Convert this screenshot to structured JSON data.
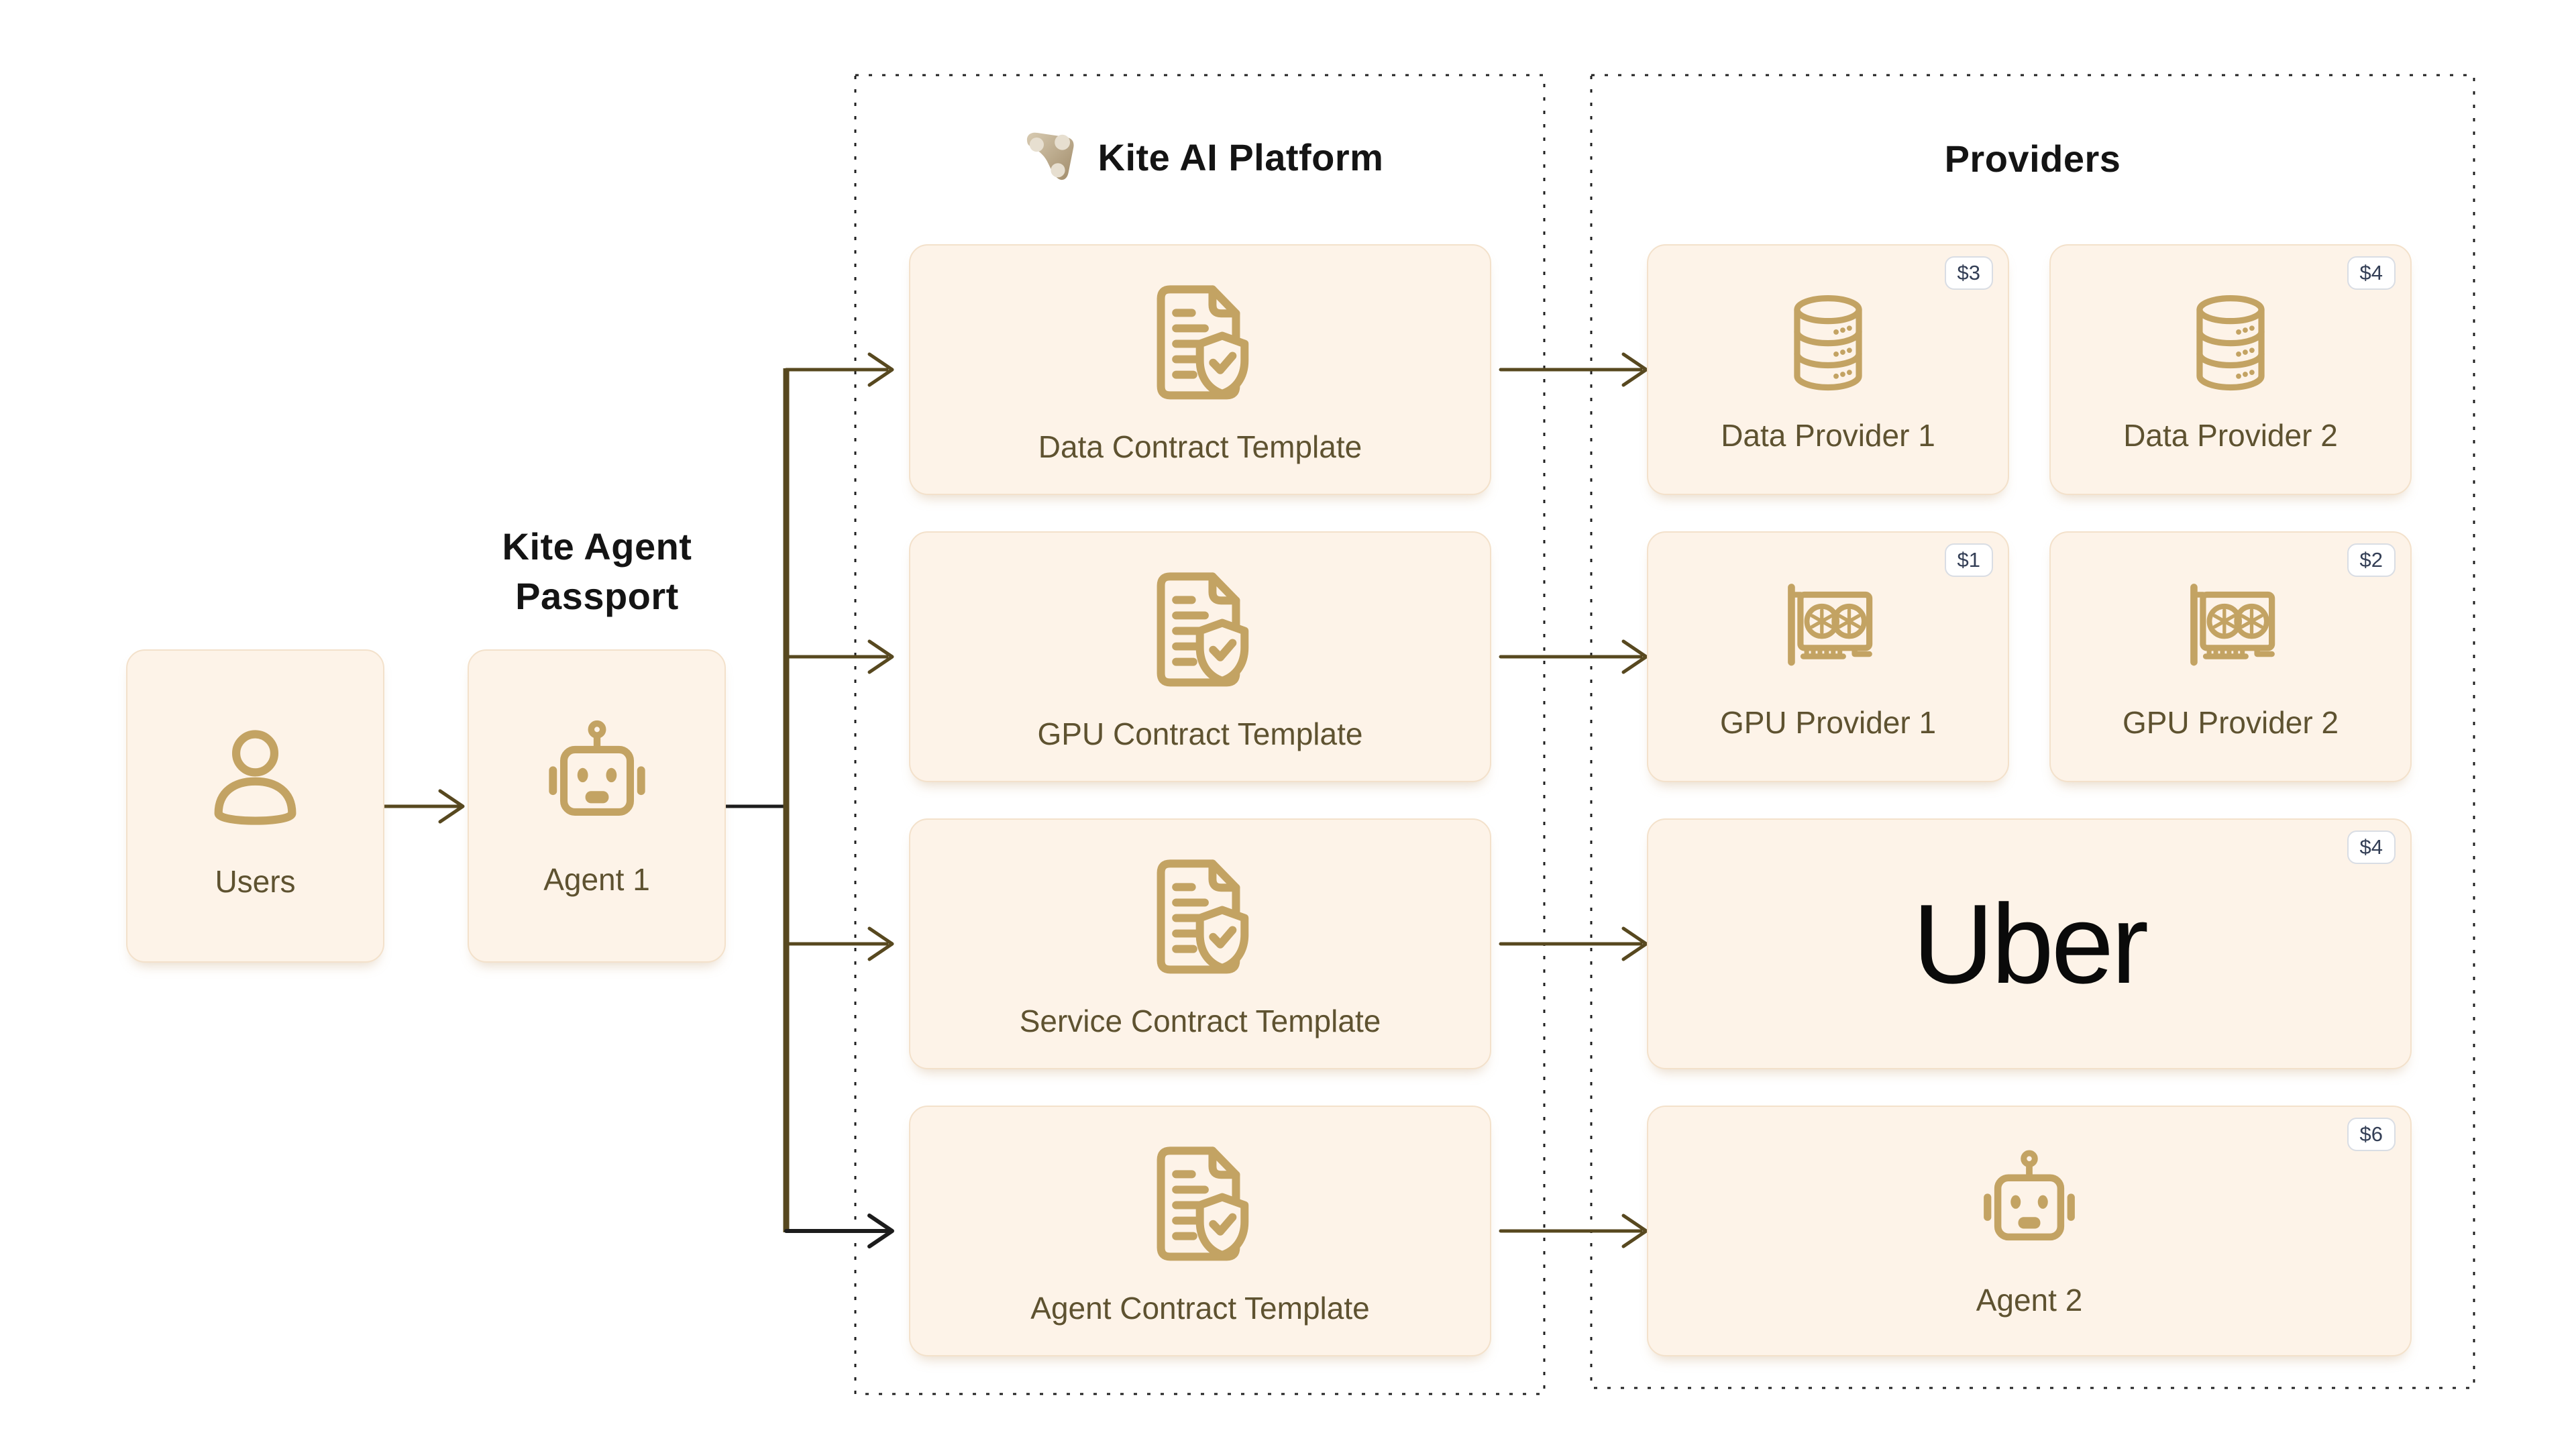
{
  "colors": {
    "gold": "#c3a363",
    "olive_line": "#57481f",
    "black_line": "#1c1c1c",
    "card_bg": "#fdf3e8",
    "card_border": "#f3e1cb",
    "label": "#5e5230",
    "heading": "#141414",
    "badge_bg": "#ffffff",
    "badge_border": "#d9dde4",
    "badge_text": "#333e55",
    "uber_logo": "#0a0a0a"
  },
  "passport": {
    "heading_line1": "Kite Agent",
    "heading_line2": "Passport",
    "cards": [
      {
        "label": "Users",
        "icon": "person-icon"
      },
      {
        "label": "Agent 1",
        "icon": "robot-icon"
      }
    ]
  },
  "platform": {
    "title": "Kite AI Platform",
    "logo": "kite-logo",
    "cards": [
      {
        "label": "Data Contract Template",
        "icon": "contract-icon"
      },
      {
        "label": "GPU Contract Template",
        "icon": "contract-icon"
      },
      {
        "label": "Service Contract Template",
        "icon": "contract-icon"
      },
      {
        "label": "Agent Contract Template",
        "icon": "contract-icon"
      }
    ]
  },
  "providers": {
    "title": "Providers",
    "cards": [
      {
        "label": "Data Provider 1",
        "badge": "$3",
        "icon": "database-icon"
      },
      {
        "label": "Data Provider 2",
        "badge": "$4",
        "icon": "database-icon"
      },
      {
        "label": "GPU Provider 1",
        "badge": "$1",
        "icon": "gpu-icon"
      },
      {
        "label": "GPU Provider 2",
        "badge": "$2",
        "icon": "gpu-icon"
      },
      {
        "label": "Uber",
        "badge": "$4",
        "icon": "uber-logo"
      },
      {
        "label": "Agent 2",
        "badge": "$6",
        "icon": "robot-icon"
      }
    ]
  }
}
